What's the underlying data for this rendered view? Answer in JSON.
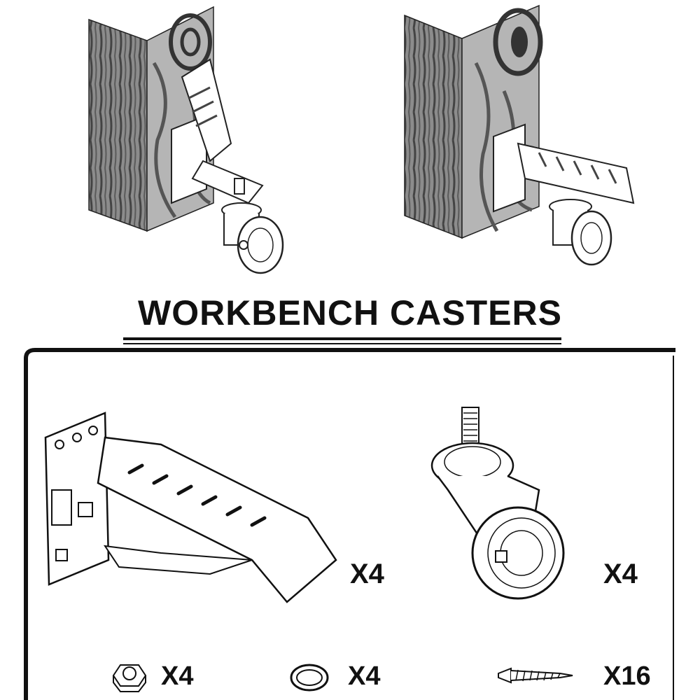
{
  "title": "WORKBENCH CASTERS",
  "parts": {
    "bracket_qty": "X4",
    "caster_qty": "X4",
    "nut_qty": "X4",
    "washer_qty": "X4",
    "screw_qty": "X16"
  },
  "colors": {
    "ink": "#111111",
    "wood_dark": "#555555",
    "wood_light": "#9a9a9a"
  },
  "icons": [
    "workbench-leg-raised-icon",
    "workbench-leg-lowered-icon",
    "bracket-icon",
    "caster-wheel-icon",
    "hex-nut-icon",
    "lock-washer-icon",
    "screw-icon"
  ]
}
